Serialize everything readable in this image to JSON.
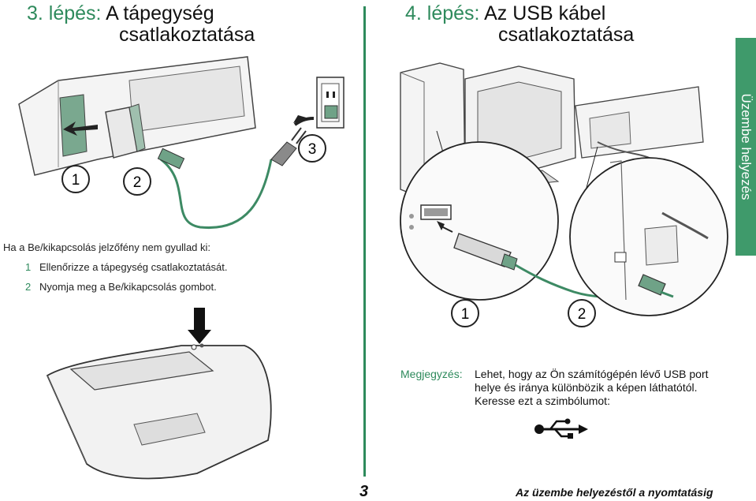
{
  "step3": {
    "number": "3. lépés:",
    "title_line1": "A tápegység",
    "title_line2": "csatlakoztatása"
  },
  "step4": {
    "number": "4. lépés:",
    "title_line1": "Az USB kábel",
    "title_line2": "csatlakoztatása"
  },
  "side_tab": {
    "label": "Üzembe helyezés"
  },
  "illustration_power": {
    "callouts": [
      "1",
      "2",
      "3"
    ]
  },
  "illustration_usb": {
    "callouts": [
      "1",
      "2"
    ]
  },
  "troubleshoot": {
    "heading": "Ha a Be/kikapcsolás jelzőfény nem gyullad ki:",
    "items": [
      {
        "num": "1",
        "text": "Ellenőrizze a tápegység csatlakoztatását."
      },
      {
        "num": "2",
        "text": "Nyomja meg a Be/kikapcsolás gombot."
      }
    ]
  },
  "note": {
    "label": "Megjegyzés:",
    "lines": [
      "Lehet, hogy az Ön számítógépén lévő USB port",
      "helye és iránya különbözik a képen láthatótól.",
      "Keresse ezt a szimbólumot:"
    ]
  },
  "footer": {
    "page_number": "3",
    "title": "Az üzembe helyezéstől a nyomtatásig"
  },
  "colors": {
    "accent": "#2e8a5c",
    "tab": "#3f9a6b"
  }
}
